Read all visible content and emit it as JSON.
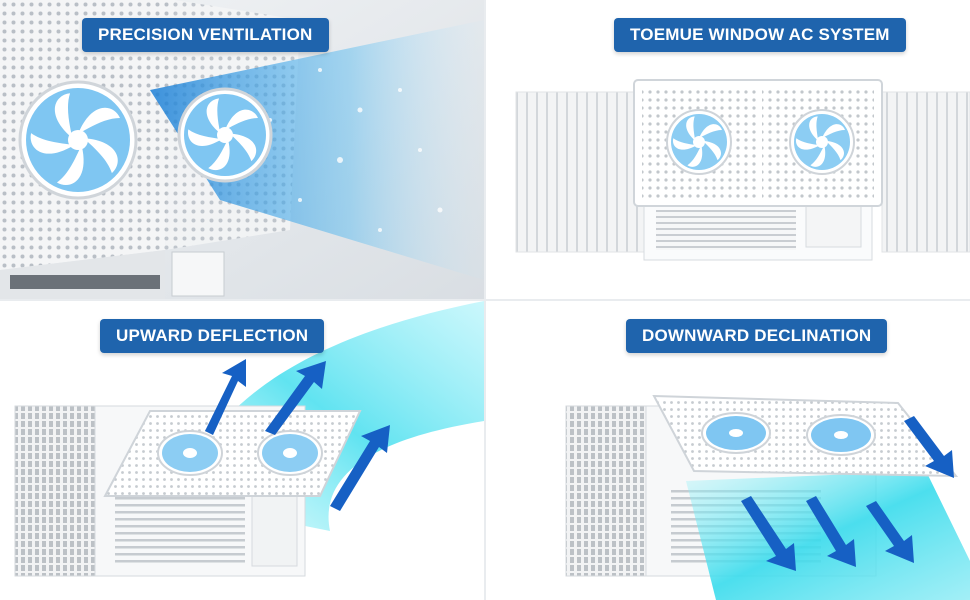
{
  "colors": {
    "badge": "#1f64ad",
    "airflow": "#5fdff0",
    "arrow": "#1660c4"
  },
  "panels": [
    {
      "label": "PRECISION VENTILATION"
    },
    {
      "label": "TOEMUE WINDOW AC SYSTEM"
    },
    {
      "label": "UPWARD DEFLECTION"
    },
    {
      "label": "DOWNWARD DECLINATION"
    }
  ]
}
